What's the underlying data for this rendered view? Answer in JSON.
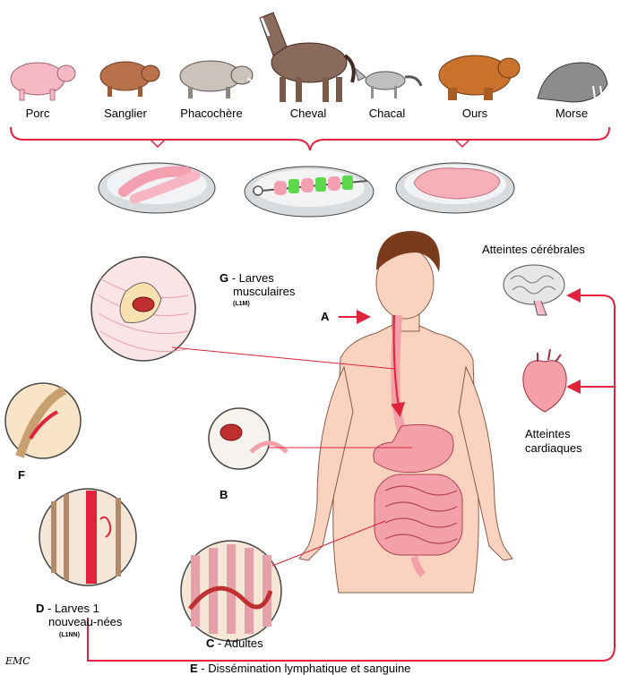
{
  "animals": [
    "Porc",
    "Sanglier",
    "Phacochère",
    "Cheval",
    "Chacal",
    "Ours",
    "Morse"
  ],
  "labels": {
    "A": "A",
    "B": "B",
    "C_letter": "C",
    "C_text": " - Adultes",
    "D_letter": "D",
    "D_line1": " - Larves 1",
    "D_line2": "nouveau-nées",
    "D_abbr": "(L1NN)",
    "E_letter": "E",
    "E_text": " - Dissémination lymphatique et sanguine",
    "F": "F",
    "G_letter": "G",
    "G_line1": " - Larves",
    "G_line2": "musculaires",
    "G_abbr": "(L1M)"
  },
  "organs": {
    "brain": "Atteintes cérébrales",
    "heart_line1": "Atteintes",
    "heart_line2": "cardiaques"
  },
  "logo": "EMC",
  "colors": {
    "arrow": "#e0223a",
    "skin": "#f9d3bf",
    "flesh": "#f4a0a8",
    "hair": "#7a3a1c",
    "plate": "#d9dcde"
  }
}
